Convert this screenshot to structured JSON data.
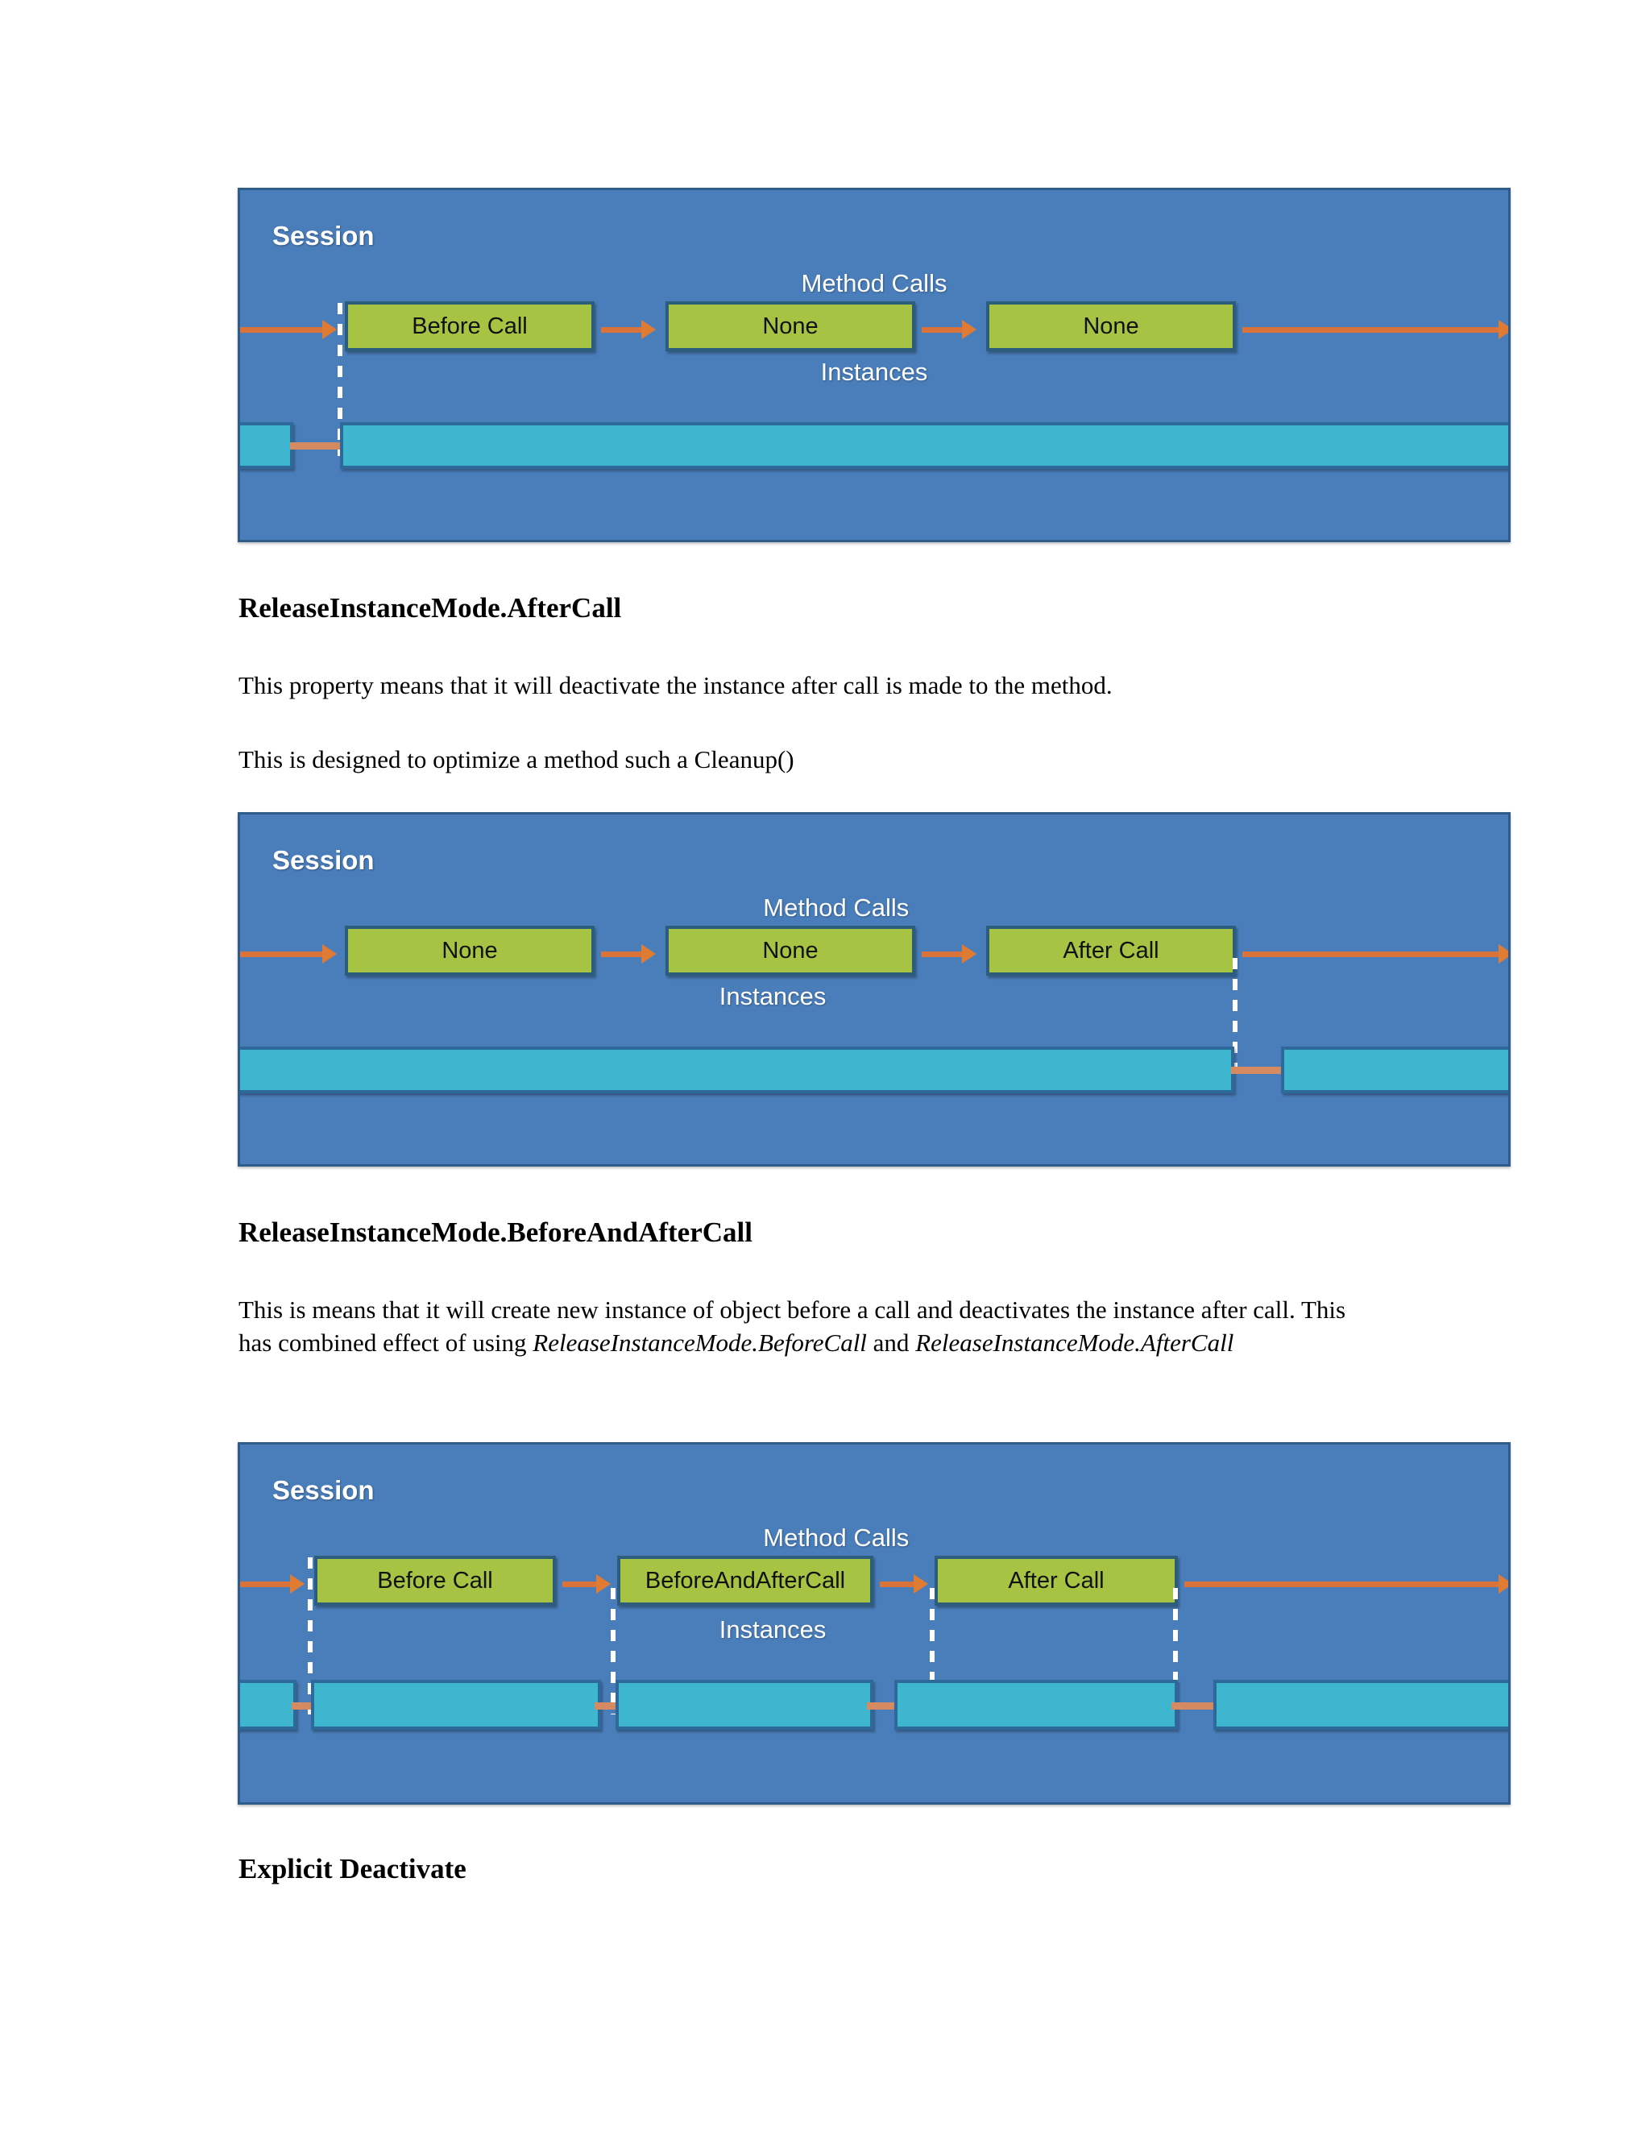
{
  "document": {
    "sections": [
      {
        "heading": "ReleaseInstanceMode.AfterCall",
        "paragraphs": [
          "This property means that it will deactivate the instance after call is made to the method.",
          "This is designed to optimize a method such a Cleanup()"
        ]
      },
      {
        "heading": "ReleaseInstanceMode.BeforeAndAfterCall",
        "paragraphs": [
          "This is means that it will create new instance of object before a call and deactivates the instance after call. This has combined effect of using ReleaseInstanceMode.BeforeCall and ReleaseInstanceMode.AfterCall"
        ],
        "italic_runs": [
          "ReleaseInstanceMode.BeforeCall",
          "ReleaseInstanceMode.AfterCall"
        ]
      },
      {
        "heading": "Explicit Deactivate"
      }
    ]
  },
  "colors": {
    "session_fill": "#4a7ebb",
    "session_border": "#2f5c8a",
    "call_box_fill": "#a7c344",
    "call_box_border": "#2d5d7c",
    "instance_fill": "#3fb6cf",
    "instance_border": "#2d6a99",
    "arrow": "#e07b33",
    "label_text": "#ffffff"
  },
  "diagrams": [
    {
      "id": "diagram-before-call",
      "session_label": "Session",
      "method_calls_label": "Method Calls",
      "instances_label": "Instances",
      "call_boxes": [
        "Before Call",
        "None",
        "None"
      ],
      "instance_segments": [
        "short-leading",
        "full-span"
      ]
    },
    {
      "id": "diagram-after-call",
      "session_label": "Session",
      "method_calls_label": "Method Calls",
      "instances_label": "Instances",
      "call_boxes": [
        "None",
        "None",
        "After Call"
      ],
      "instance_segments": [
        "full-span",
        "short-trailing"
      ]
    },
    {
      "id": "diagram-before-and-after-call",
      "session_label": "Session",
      "method_calls_label": "Method Calls",
      "instances_label": "Instances",
      "call_boxes": [
        "Before Call",
        "BeforeAndAfterCall",
        "After Call"
      ],
      "instance_segments": [
        "short-leading",
        "segment-1",
        "segment-2",
        "segment-3",
        "short-trailing"
      ]
    }
  ]
}
